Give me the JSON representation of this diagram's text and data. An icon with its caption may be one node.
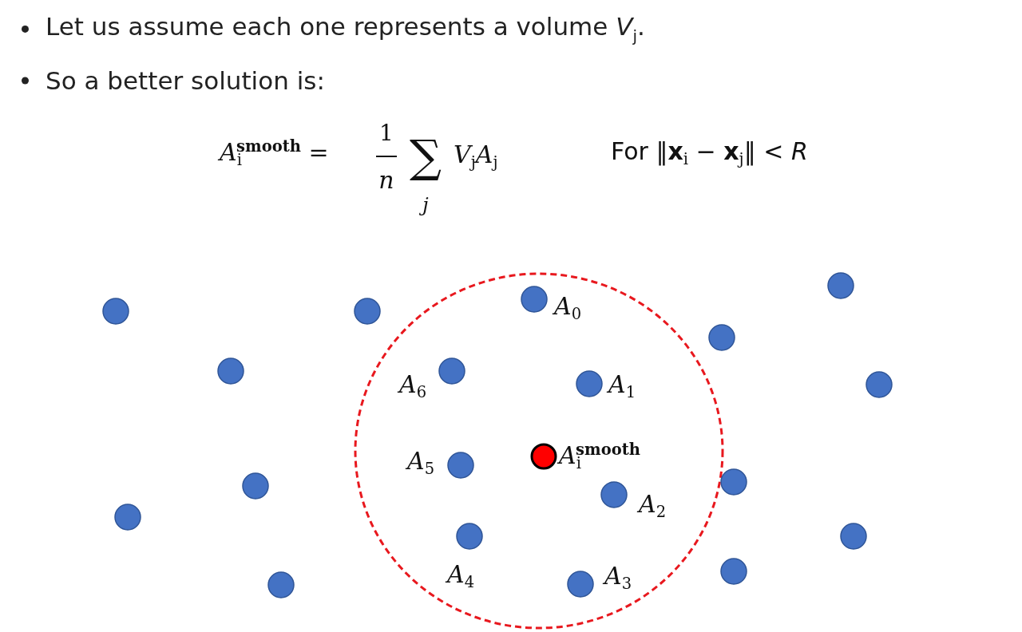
{
  "diagram": {
    "labels": [
      "Let us assume each one represents a volume *V*$_{j}$.",
      "So a better solution is:",
      "*A*$_{i}$$^{smooth}$ =",
      "1",
      "*n*",
      "∑",
      "*j*",
      "*V*$_{j}$*A*$_{j}$",
      "For ‖**x**$_{i}$ − **x**$_{j}$‖ < *R*",
      "*A*$_{0}$",
      "*A*$_{6}$",
      "*A*$_{1}$",
      "*A*$_{5}$",
      "*A*$_{i}$$^{smooth}$",
      "*A*$_{2}$",
      "*A*$_{4}$",
      "*A*$_{3}$"
    ]
  }
}
